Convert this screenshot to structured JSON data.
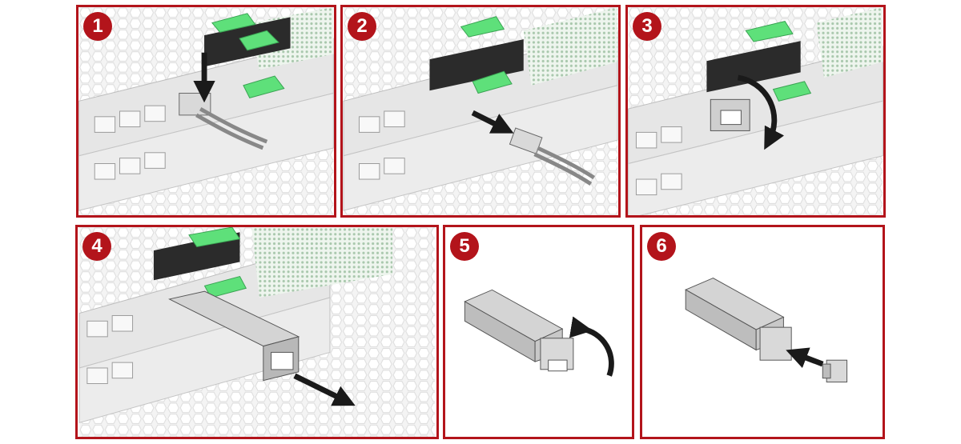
{
  "steps": [
    {
      "number": "1"
    },
    {
      "number": "2"
    },
    {
      "number": "3"
    },
    {
      "number": "4"
    },
    {
      "number": "5"
    },
    {
      "number": "6"
    }
  ],
  "colors": {
    "frame": "#b3141b",
    "badge": "#b3141b",
    "latch_green": "#5ee07a",
    "hardware_gray": "#d9d9d9",
    "arrow": "#1a1a1a"
  }
}
